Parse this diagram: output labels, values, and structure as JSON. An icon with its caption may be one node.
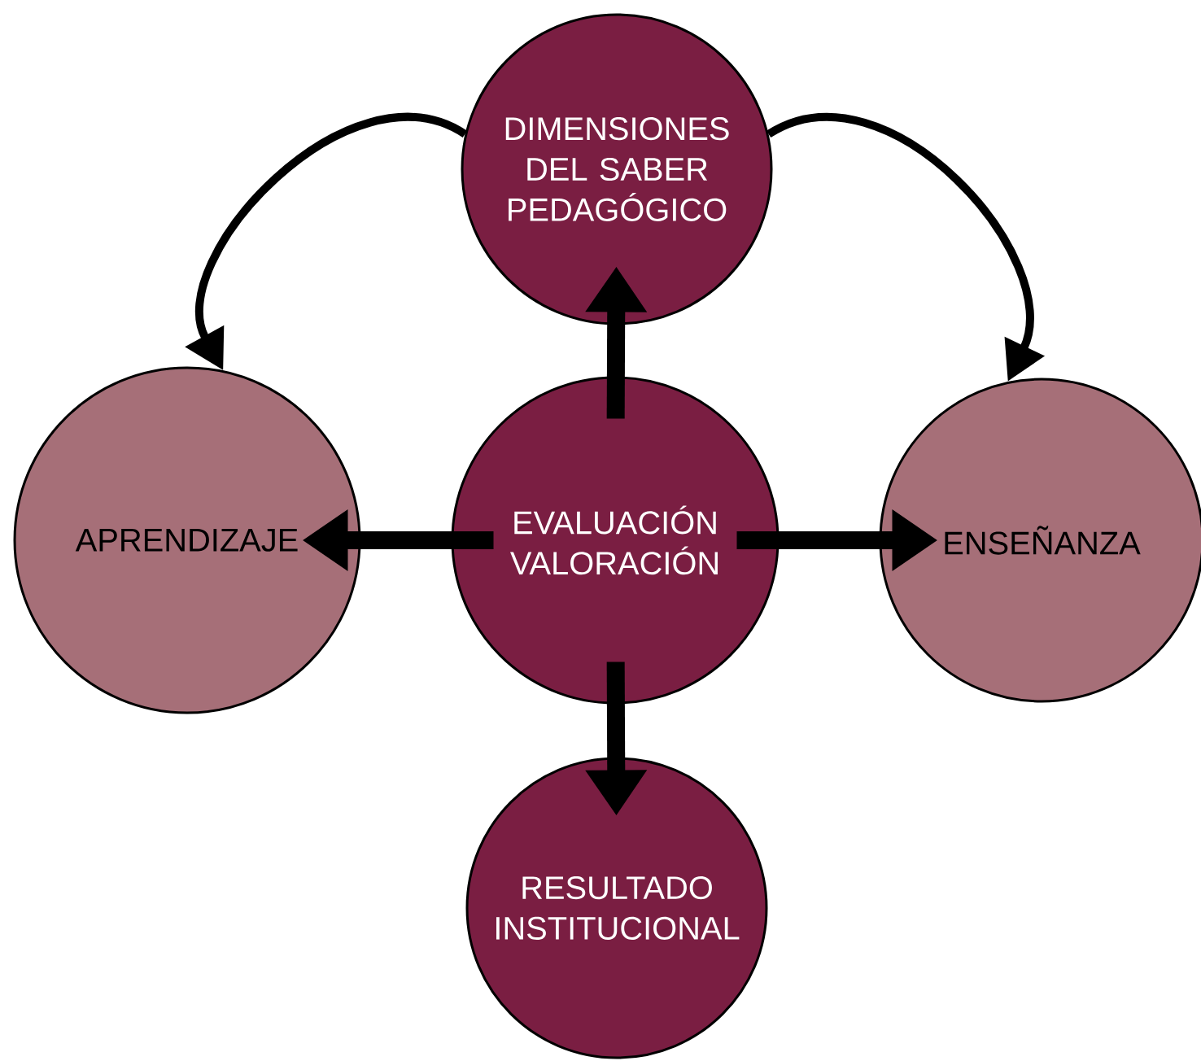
{
  "diagram": {
    "nodes": [
      {
        "text": [
          "DIMENSIONES DEL SABER PEDAGÓGICO"
        ]
      },
      {
        "text": [
          "APRENDIZAJE"
        ]
      },
      {
        "text": [
          "EVALUACIÓN VALORACIÓN"
        ]
      },
      {
        "text": [
          "ENSEÑANZA"
        ]
      },
      {
        "text": [
          "RESULTADO INSTITUCIONAL"
        ]
      }
    ],
    "edges": [
      {
        "from": 0,
        "to": 1,
        "arrow": "to"
      },
      {
        "from": 0,
        "to": 3,
        "arrow": "to"
      },
      {
        "from": 2,
        "to": 0,
        "arrow": "to"
      },
      {
        "from": 2,
        "to": 1,
        "arrow": "to"
      },
      {
        "from": 2,
        "to": 3,
        "arrow": "to"
      },
      {
        "from": 2,
        "to": 4,
        "arrow": "to"
      }
    ]
  }
}
